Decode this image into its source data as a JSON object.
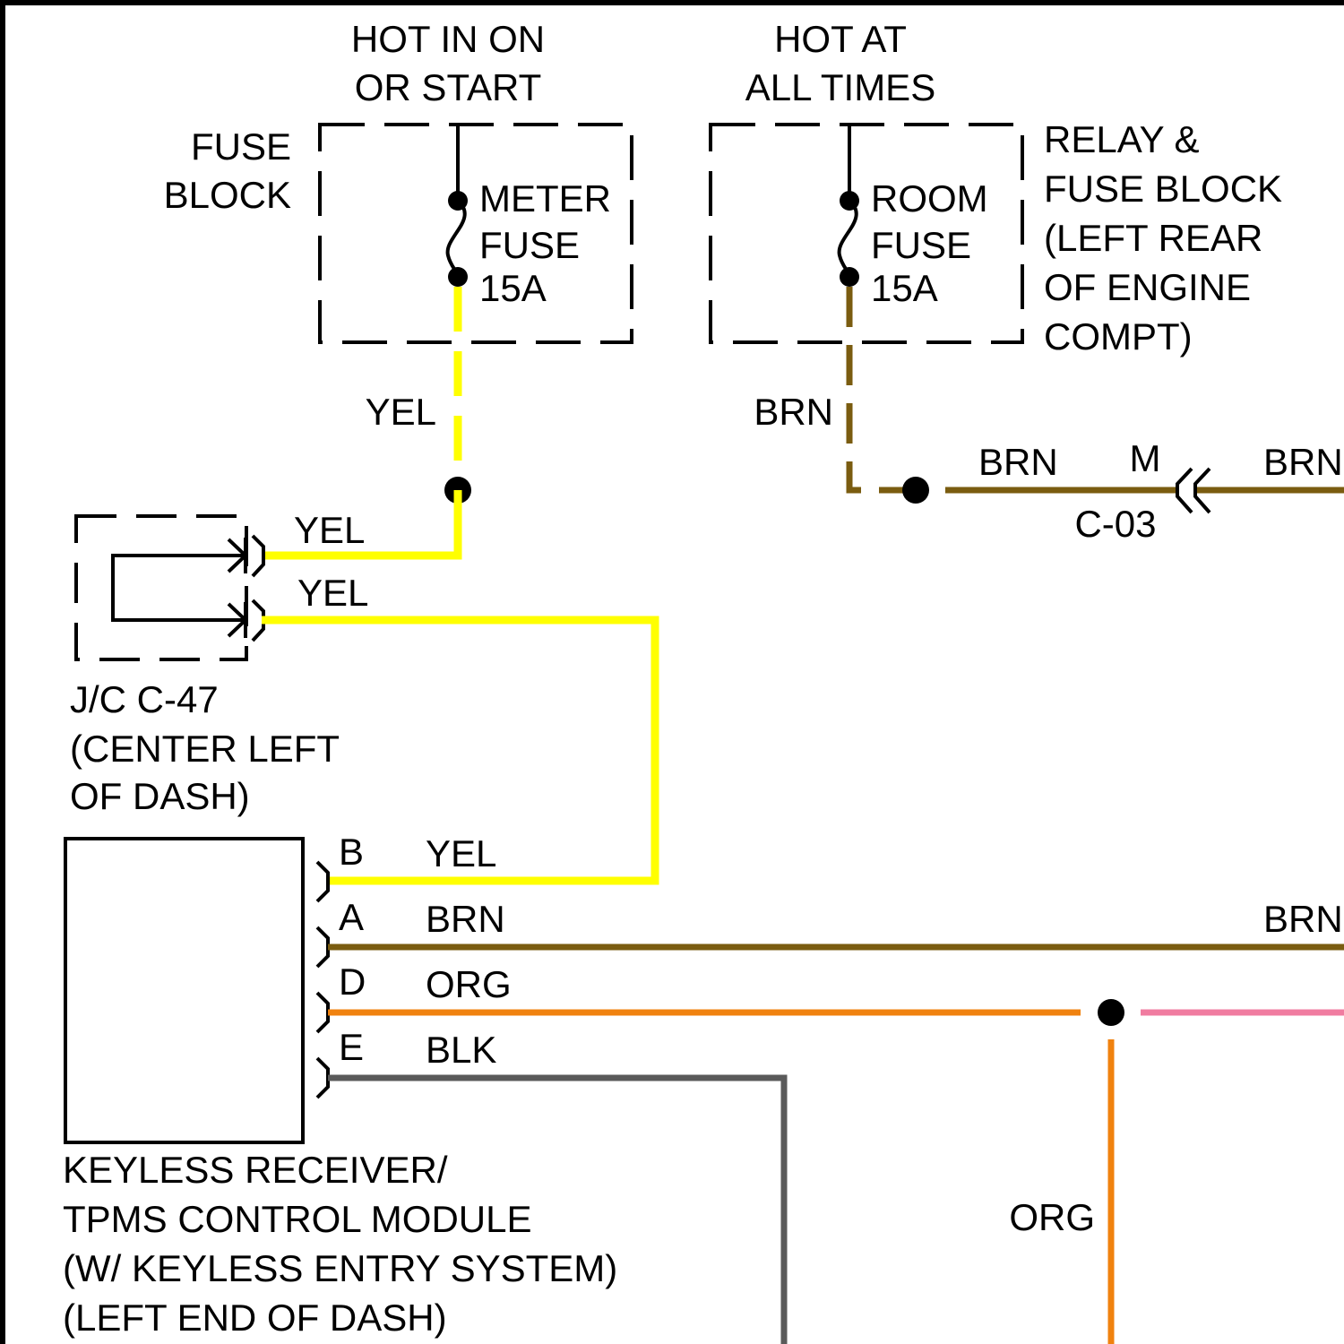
{
  "wire_colors": {
    "YEL": "#ffff00",
    "BRN": "#7a5c10",
    "ORG": "#f0820f",
    "BLK": "#5a5a5a",
    "PNK": "#f07ca0"
  },
  "power": {
    "hot_in_on": [
      "HOT IN ON",
      "OR START"
    ],
    "hot_at_all_times": [
      "HOT AT",
      "ALL TIMES"
    ]
  },
  "fuse_block": {
    "label": [
      "FUSE",
      "BLOCK"
    ],
    "fuse": [
      "METER",
      "FUSE",
      "15A"
    ]
  },
  "relay_block": {
    "fuse": [
      "ROOM",
      "FUSE",
      "15A"
    ],
    "label": [
      "RELAY &",
      "FUSE BLOCK",
      "(LEFT REAR",
      "OF ENGINE",
      "COMPT)"
    ]
  },
  "junction": {
    "label": [
      "J/C C-47",
      "(CENTER LEFT",
      "OF DASH)"
    ]
  },
  "connector_c03": {
    "pin": "M",
    "name": "C-03"
  },
  "wire_labels": {
    "yel_fuse": "YEL",
    "brn_fuse": "BRN",
    "brn_c03_left": "BRN",
    "brn_c03_right": "BRN",
    "yel_jc_top": "YEL",
    "yel_jc_bottom": "YEL",
    "org_vertical": "ORG",
    "brn_right_edge": "BRN"
  },
  "module": {
    "label": [
      "KEYLESS RECEIVER/",
      "TPMS CONTROL MODULE",
      "(W/ KEYLESS ENTRY SYSTEM)",
      "(LEFT END OF DASH)"
    ],
    "pins": [
      {
        "pin": "B",
        "wire": "YEL"
      },
      {
        "pin": "A",
        "wire": "BRN"
      },
      {
        "pin": "D",
        "wire": "ORG"
      },
      {
        "pin": "E",
        "wire": "BLK"
      }
    ]
  }
}
